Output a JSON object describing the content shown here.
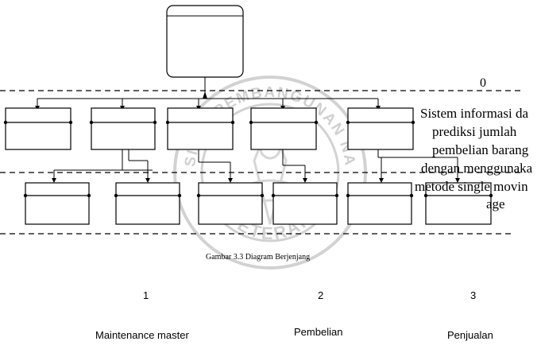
{
  "diagram": {
    "level_zero_label": "0",
    "overflow_text_lines": [
      "Sistem informasi da",
      "prediksi jumlah",
      "pembelian barang",
      "dengan menggunaka",
      "metode single movin",
      "age"
    ],
    "caption": "Gambar 3.3 Diagram Berjenjang",
    "numbers": [
      "1",
      "2",
      "3"
    ],
    "process_names": [
      "Maintenance master",
      "Pembelian",
      "Penjualan"
    ],
    "watermark": {
      "arc_top_text": "UNIVERSITAS PEMBANGUNAN NASIONAL",
      "arc_bottom_text": "VETERAN",
      "color": "#c8c8c8"
    }
  }
}
